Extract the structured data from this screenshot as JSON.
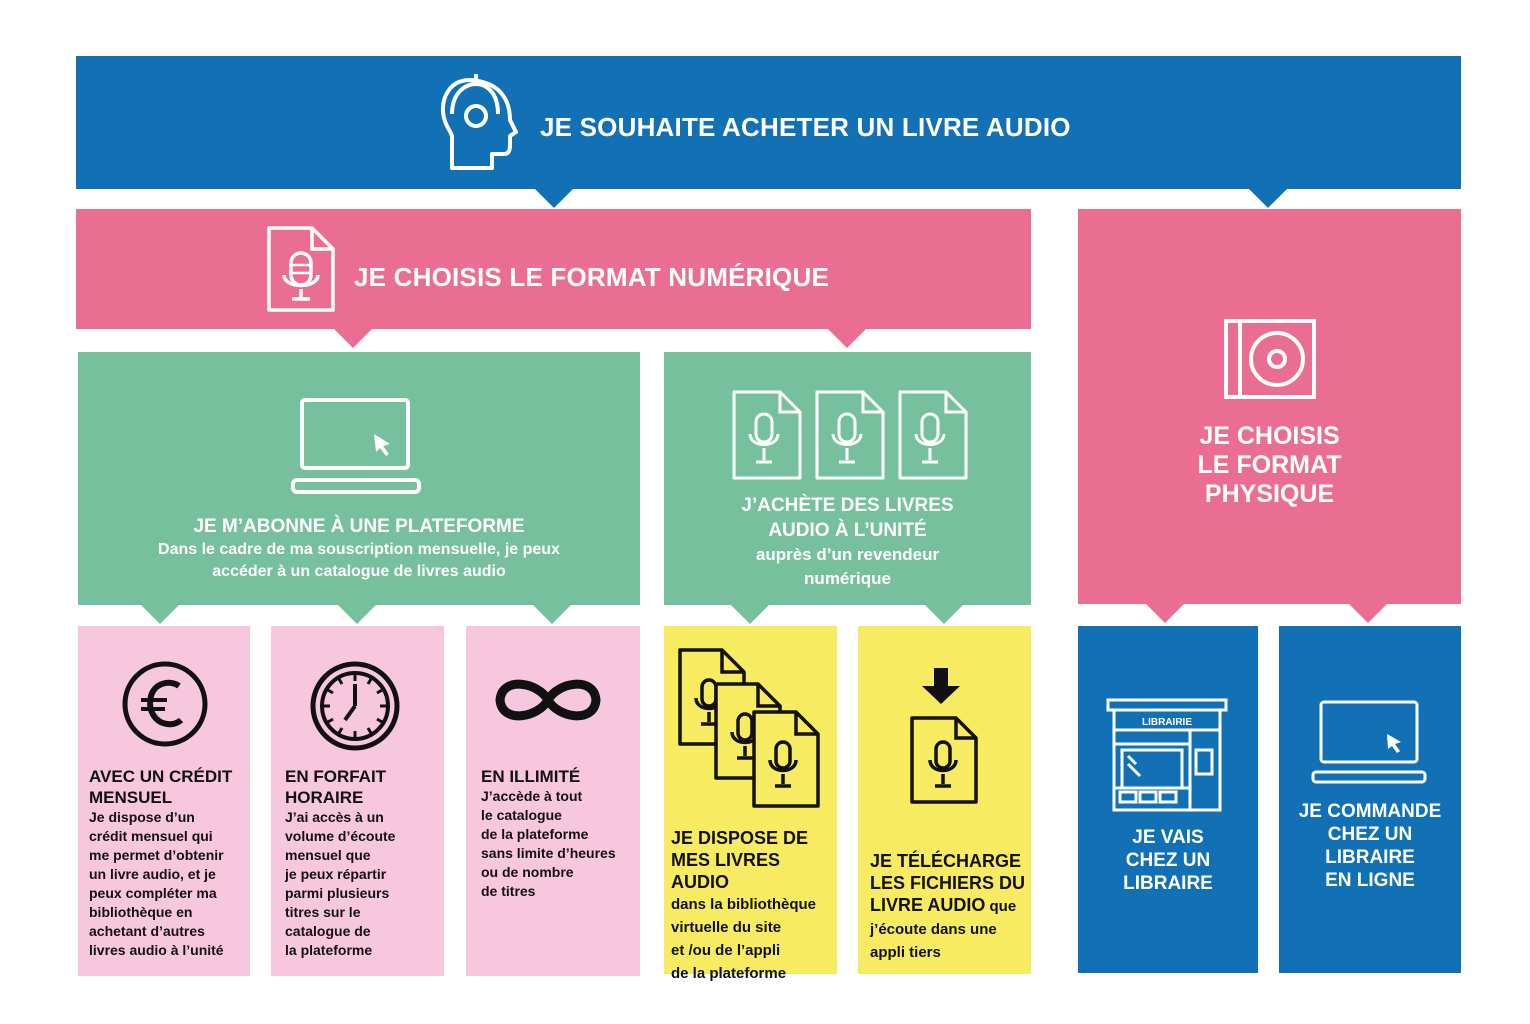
{
  "colors": {
    "blue": "#1270b5",
    "pink": "#ea6e92",
    "green": "#76c09e",
    "lightpink": "#f7c7dd",
    "yellow": "#f7ec61"
  },
  "header": {
    "title": "JE SOUHAITE ACHETER UN LIVRE AUDIO",
    "icon": "headset-head-icon"
  },
  "digital": {
    "title": "JE CHOISIS LE FORMAT NUMÉRIQUE",
    "icon": "audio-file-icon"
  },
  "physical": {
    "line1": "JE CHOISIS",
    "line2": "LE FORMAT",
    "line3": "PHYSIQUE",
    "icon": "cd-case-icon"
  },
  "subscribe": {
    "title": "JE M’ABONNE À UNE PLATEFORME",
    "line1": "Dans le cadre de ma souscription mensuelle, je peux",
    "line2": "accéder à un catalogue de livres audio",
    "icon": "laptop-icon"
  },
  "unit": {
    "line1": "J’ACHÈTE DES LIVRES",
    "line2": "AUDIO À L’UNITÉ",
    "line3": "auprès d’un revendeur",
    "line4": "numérique",
    "icon": "audio-files-icon"
  },
  "credit": {
    "title1": "AVEC UN CRÉDIT",
    "title2": "MENSUEL",
    "lines": [
      "Je dispose d’un",
      "crédit mensuel qui",
      "me permet d’obtenir",
      "un livre audio, et je",
      "peux compléter ma",
      "bibliothèque en",
      "achetant d’autres",
      "livres audio à l’unité"
    ],
    "icon": "euro-icon"
  },
  "hourly": {
    "title1": "EN FORFAIT",
    "title2": "HORAIRE",
    "lines": [
      "J’ai accès à un",
      "volume d’écoute",
      "mensuel que",
      "je peux répartir",
      "parmi plusieurs",
      "titres sur le",
      "catalogue de",
      "la plateforme"
    ],
    "icon": "clock-icon"
  },
  "unlimited": {
    "title1": "EN ILLIMITÉ",
    "lines": [
      "J’accède à tout",
      "le catalogue",
      "de la plateforme",
      "sans limite d’heures",
      "ou de nombre",
      "de titres"
    ],
    "icon": "infinity-icon"
  },
  "library": {
    "title1": "JE DISPOSE DE",
    "title2": "MES LIVRES AUDIO",
    "lines": [
      "dans la bibliothèque",
      "virtuelle du site",
      "et /ou de l’appli",
      "de la plateforme"
    ],
    "icon": "stacked-audio-files-icon"
  },
  "download": {
    "title1": "JE TÉLÉCHARGE",
    "title2": "LES FICHIERS DU",
    "title3": "LIVRE AUDIO",
    "title3b": " que",
    "lines": [
      "j’écoute dans une",
      "appli tiers"
    ],
    "icon": "download-file-icon"
  },
  "store": {
    "lines": [
      "JE VAIS",
      "CHEZ UN",
      "LIBRAIRE"
    ],
    "sign": "LIBRAIRIE",
    "icon": "bookstore-icon"
  },
  "online": {
    "lines": [
      "JE COMMANDE",
      "CHEZ UN",
      "LIBRAIRE",
      "EN LIGNE"
    ],
    "icon": "laptop-icon"
  }
}
